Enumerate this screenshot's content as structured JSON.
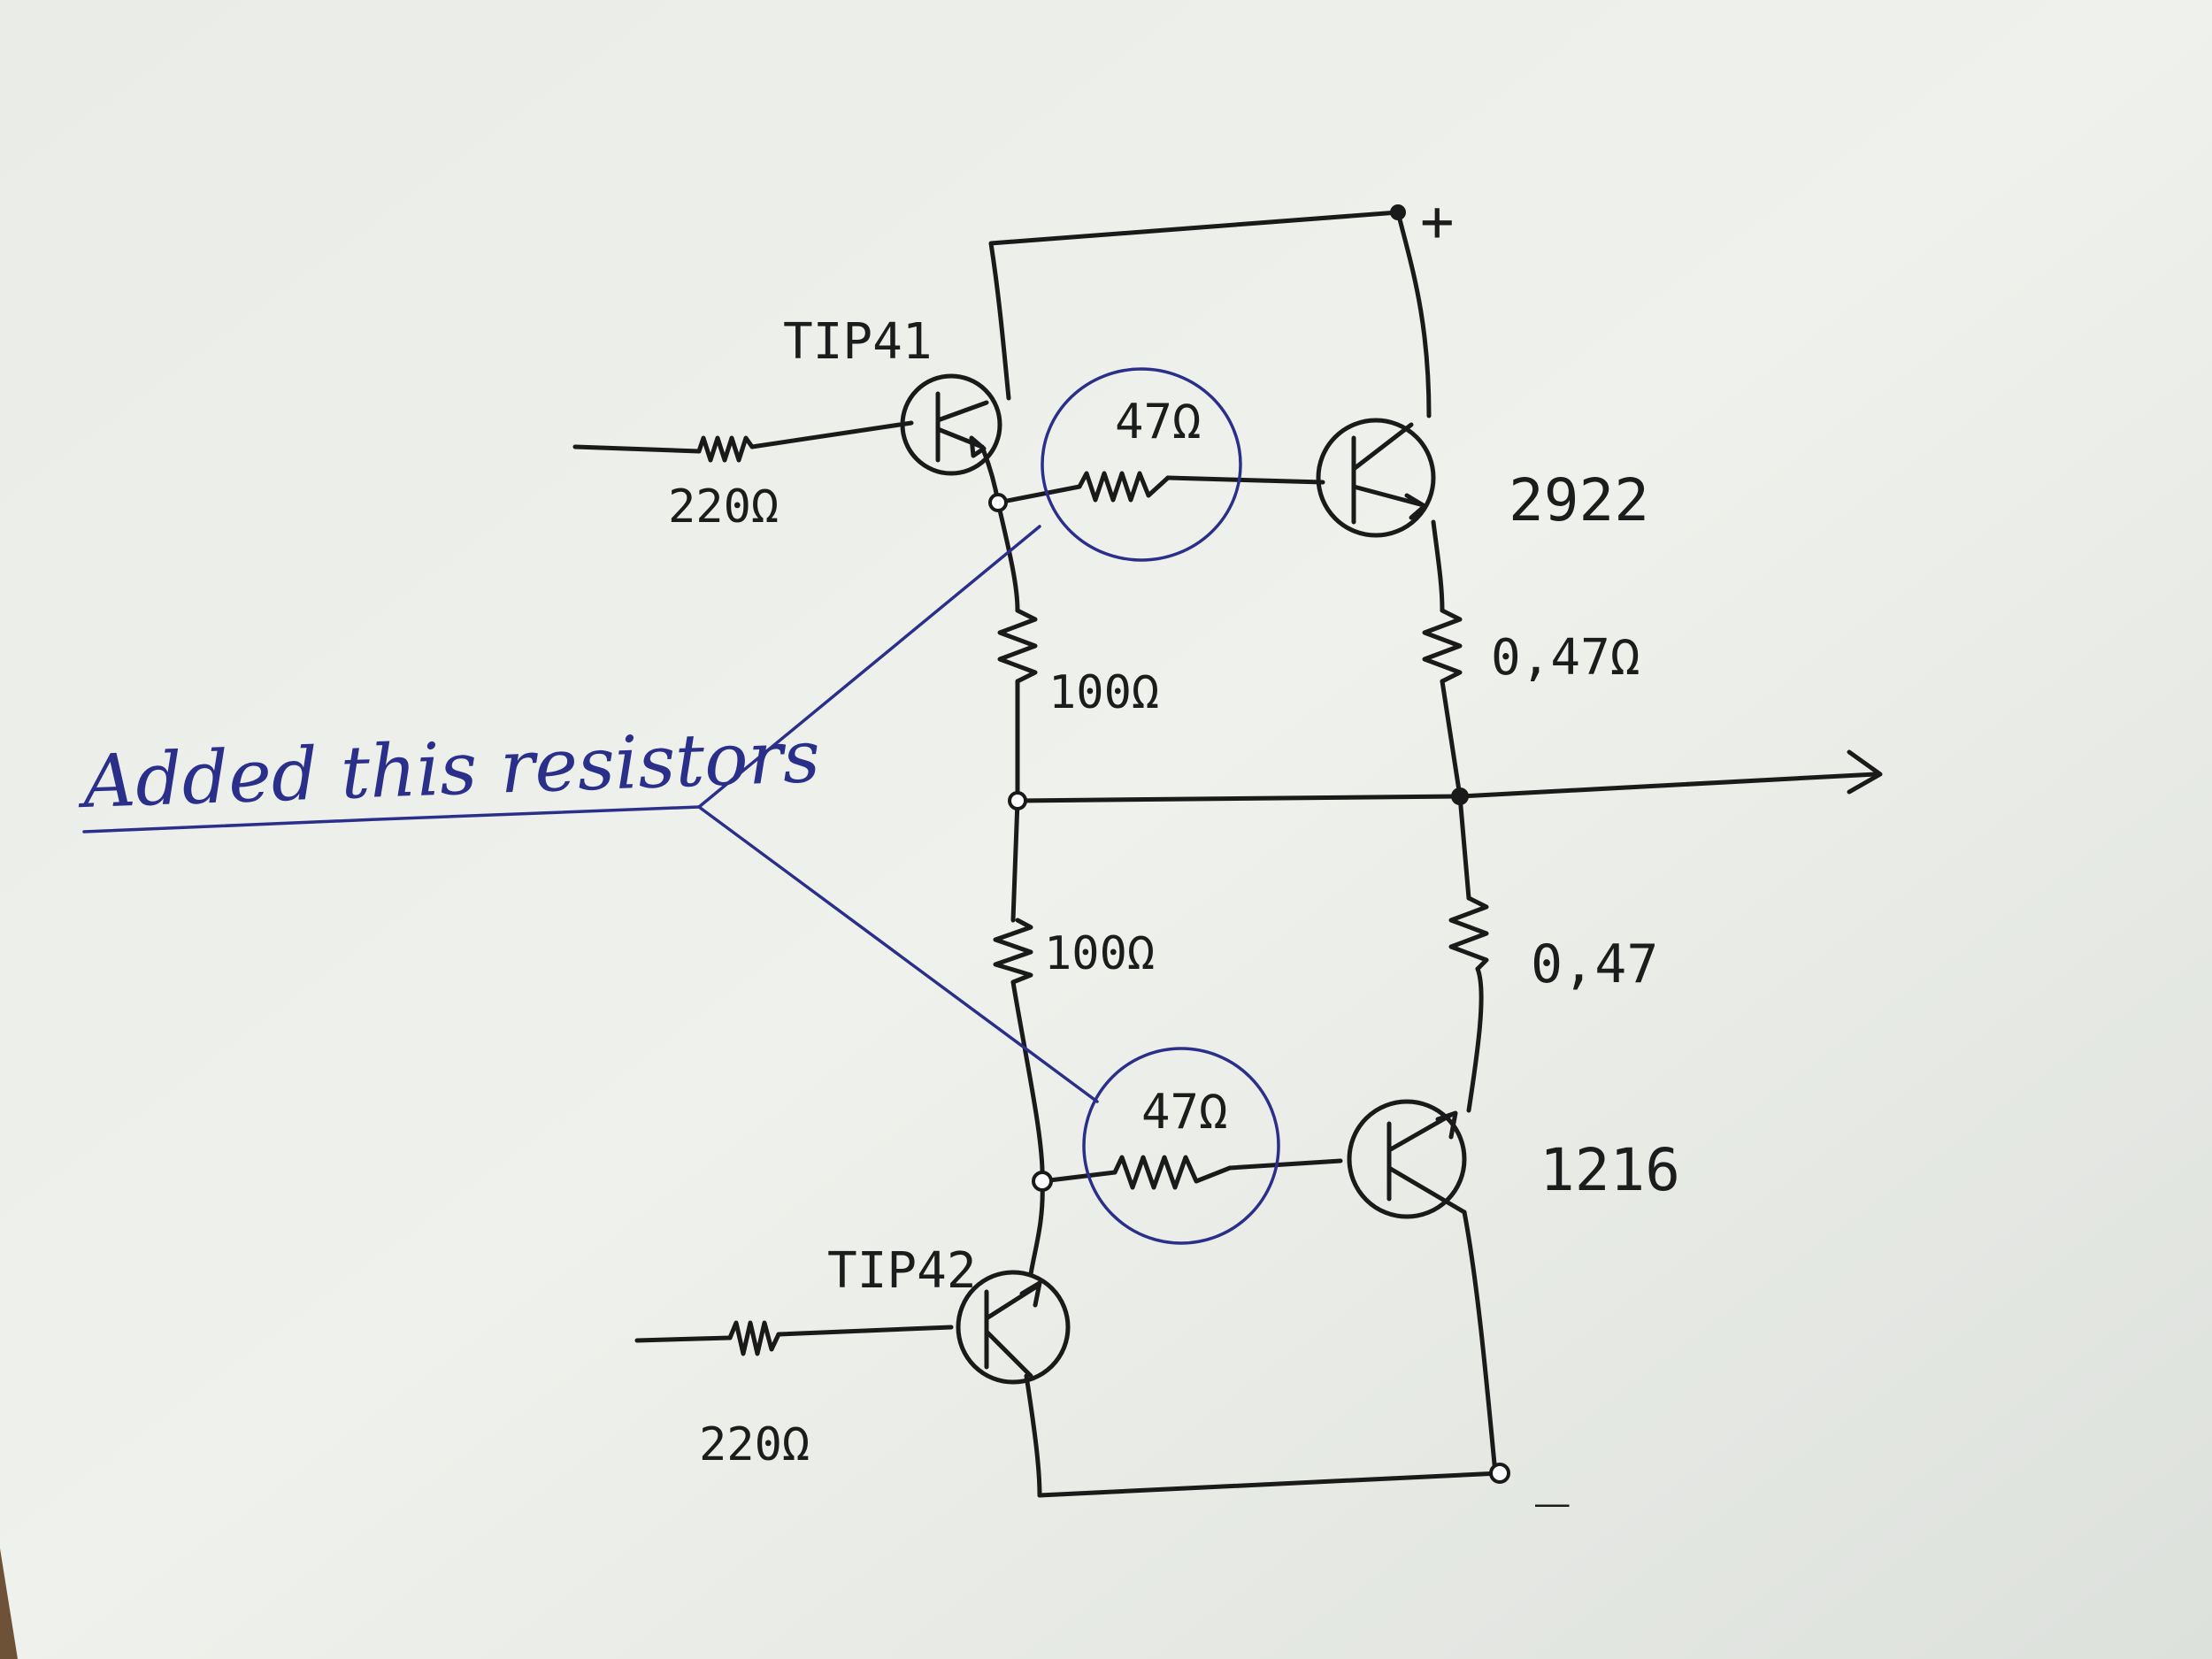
{
  "diagram": {
    "annotation": "Added this resistors",
    "supply_positive": "+",
    "supply_negative": "_",
    "transistors": {
      "q1": "TIP41",
      "q2": "2922",
      "q3": "TIP42",
      "q4": "1216"
    },
    "resistors": {
      "r_in_top": "220Ω",
      "r_in_bottom": "220Ω",
      "r_bias_top": "47Ω",
      "r_bias_bottom": "47Ω",
      "r_mid_top": "100Ω",
      "r_mid_bottom": "100Ω",
      "r_emit_top": "0,47Ω",
      "r_emit_bottom": "0,47"
    }
  }
}
